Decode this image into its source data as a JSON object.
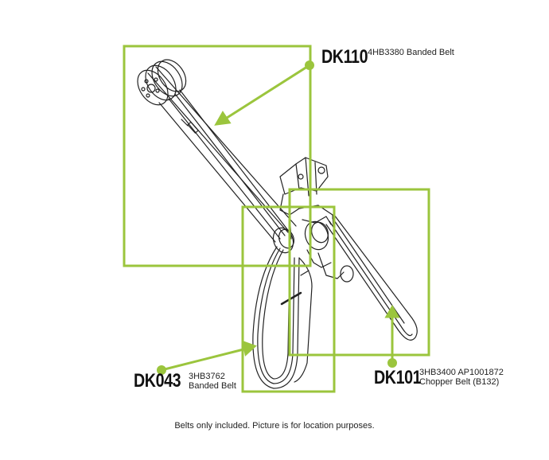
{
  "accent_color": "#9bc53d",
  "callouts": [
    {
      "code": "DK110",
      "lines": [
        "4HB3380 Banded Belt"
      ]
    },
    {
      "code": "DK043",
      "lines": [
        "3HB3762",
        "Banded Belt"
      ]
    },
    {
      "code": "DK101",
      "lines": [
        "3HB3400 AP1001872",
        "Chopper Belt (B132)"
      ]
    }
  ],
  "footer_note": "Belts only included. Picture is for location purposes."
}
